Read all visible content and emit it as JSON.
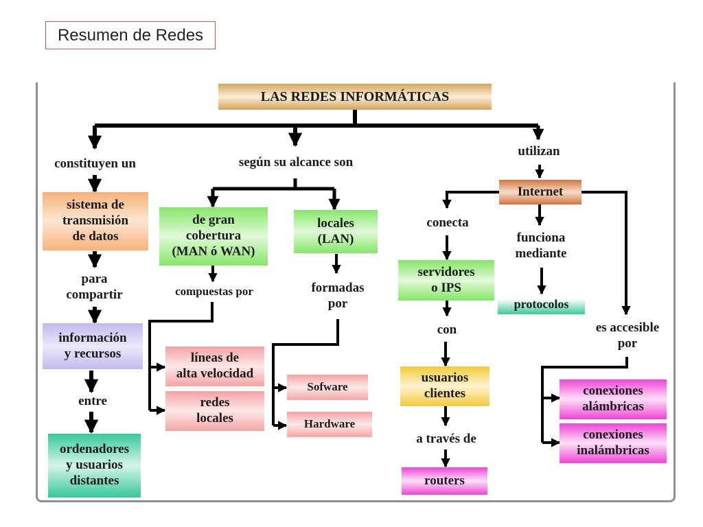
{
  "slide": {
    "title": "Resumen de Redes"
  },
  "colors": {
    "root": "#d4a35a",
    "orange": "#f6b27a",
    "green": "#86e66a",
    "purple": "#c3b9ee",
    "teal": "#37c79b",
    "red": "#f4a3a3",
    "yellow": "#f2cb3b",
    "magenta": "#f043d6",
    "brown": "#cf7640",
    "tealLight": "#3fc89a",
    "line": "#000000"
  },
  "diagram": {
    "root": "LAS REDES INFORMÁTICAS",
    "labels": {
      "constituyen": "constituyen un",
      "alcance": "según su alcance son",
      "utilizan": "utilizan",
      "para": "para\ncompartir",
      "entre": "entre",
      "compuestas": "compuestas por",
      "formadas": "formadas\npor",
      "conecta": "conecta",
      "funciona": "funciona\nmediante",
      "con": "con",
      "atraves": "a través de",
      "accesible": "es accesible\npor"
    },
    "nodes": {
      "sistema": "sistema de\ntransmisión\nde datos",
      "info": "información\ny recursos",
      "ordenadores": "ordenadores\ny usuarios\ndistantes",
      "gran": "de gran\ncobertura\n(MAN ó WAN)",
      "locales": "locales\n(LAN)",
      "lineas": "líneas de\nalta velocidad",
      "redes": "redes\nlocales",
      "sofware": "Sofware",
      "hardware": "Hardware",
      "internet": "Internet",
      "servidores": "servidores\no IPS",
      "protocolos": "protocolos",
      "usuarios": "usuarios\nclientes",
      "routers": "routers",
      "alambricas": "conexiones\nalámbricas",
      "inalambricas": "conexiones\ninalámbricas"
    }
  }
}
